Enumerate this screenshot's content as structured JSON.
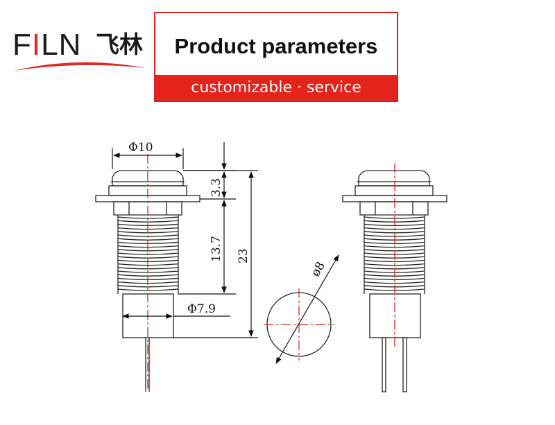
{
  "brand": {
    "logo_latin_pre": "F",
    "logo_latin_i": "I",
    "logo_latin_post": "LN",
    "logo_chinese": "飞林",
    "accent_color": "#e4231d"
  },
  "header": {
    "title": "Product parameters",
    "subtitle": "customizable · service"
  },
  "dimensions": {
    "head_diameter": "Φ10",
    "head_height": "3.3",
    "thread_length": "13.7",
    "total_length": "23",
    "body_diameter": "Φ7.9",
    "lens_diameter": "ø8"
  }
}
